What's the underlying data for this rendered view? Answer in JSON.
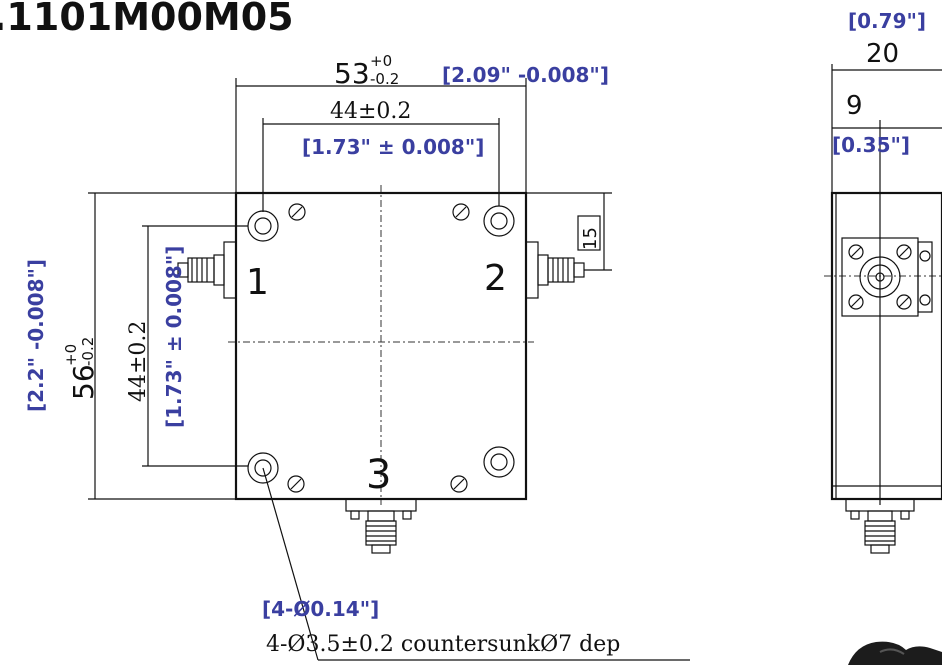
{
  "title": ".1101M00M05",
  "front_view": {
    "width_dim": {
      "base": "53",
      "tol_upper": "+0",
      "tol_lower": "-0.2"
    },
    "width_inch": "[2.09\" -0.008\"]",
    "hole_spacing_top": "44±0.2",
    "hole_spacing_top_inch": "[1.73\" ± 0.008\"]",
    "height_dim": {
      "base": "56",
      "tol_upper": "+0",
      "tol_lower": "-0.2"
    },
    "height_inch": "[2.2\" -0.008\"]",
    "hole_spacing_left": "44±0.2",
    "hole_spacing_left_inch": "[1.73\" ± 0.008\"]",
    "port_offset": "15",
    "port_labels": [
      "1",
      "2",
      "3"
    ],
    "hole_note_inch": "[4-Ø0.14\"]",
    "hole_note": "4-Ø3.5±0.2 countersunkØ7 dep"
  },
  "side_view": {
    "width_inch": "[0.79\"]",
    "width": "20",
    "offset": "9",
    "offset_inch": "[0.35\"]"
  }
}
